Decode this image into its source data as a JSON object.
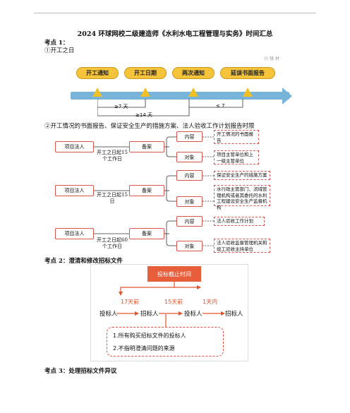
{
  "doc": {
    "title": "2024 环球网校二级建造师《水利水电工程管理与实务》时间汇总",
    "kp1": "考点 1：",
    "kp1_sub": "①开工之日",
    "watermark": "兴 镜 材",
    "kp1_sub2": "②开工情况的书面报告、保证安全生产的措施方案、法人验收工作计划报告时限",
    "kp2": "考点 2：澄清和修改招标文件",
    "kp3": "考点 3：处理招标文件异议"
  },
  "timeline": {
    "steps": [
      "开工通知",
      "开工日期",
      "两次通知",
      "延误书面报告"
    ],
    "gap1": "≥7 天",
    "gap2": "≤ 7",
    "gap3": "≥14 天",
    "colors": {
      "pill": "#f6c43a",
      "bar": "#78b3d9",
      "triangle": "#f0c024"
    }
  },
  "groups": [
    {
      "legal": "项目法人",
      "filing": "备案",
      "deadline": "开工之日起15 个工作日",
      "content_label": "内容",
      "content": "开工情况的书面报告",
      "object_label": "对象",
      "object": "项目主管单位和上一级主管单位"
    },
    {
      "legal": "项目法人",
      "filing": "备案",
      "deadline": "开工之日起15日",
      "content_label": "内容",
      "content": "保证安全生产的措施方案",
      "object_label": "对象",
      "object": "水行政主管部门、流域管理机构或者其委托的水利工程建设安全生产监督机构"
    },
    {
      "legal": "项目法人",
      "filing": "备案",
      "deadline": "开工之日起60个工作日",
      "content_label": "内容",
      "content": "法人验收工作计划",
      "object_label": "对象",
      "object": "法人验收监督管理机关和竣工验收主持单位"
    }
  ],
  "tender": {
    "deadline_box": "投标截止时间",
    "t1": "17天前",
    "t2": "15天前",
    "t3": "1天内",
    "nodes": [
      "投标人",
      "招标人",
      "投标人",
      "招标人"
    ],
    "notes": [
      "1.所有购买招标文件的投标人",
      "2.不指明澄清问题的来源"
    ],
    "colors": {
      "accent": "#e2542c",
      "box": "#e85d3a"
    }
  }
}
